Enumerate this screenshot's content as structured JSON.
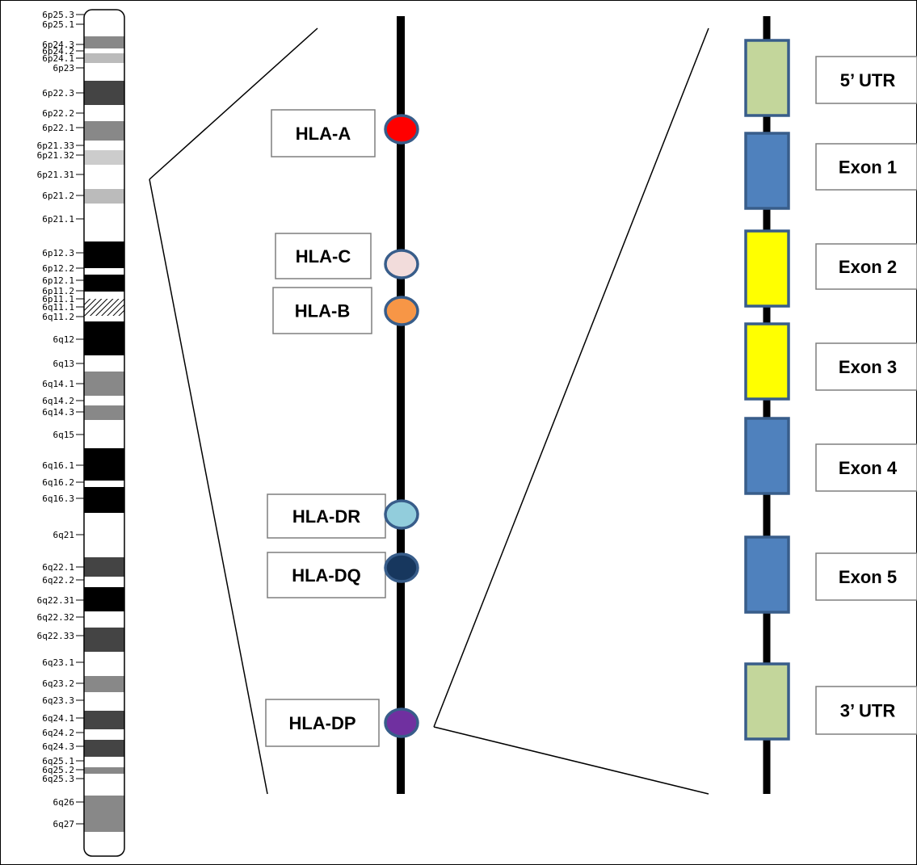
{
  "chromosome": {
    "bands": [
      {
        "label": "6p25.3",
        "color": "#ffffff"
      },
      {
        "label": "6p25.1",
        "color": "#ffffff"
      },
      {
        "label": "6p24.3",
        "color": "#888888"
      },
      {
        "label": "6p24.2",
        "color": "#ffffff"
      },
      {
        "label": "6p24.1",
        "color": "#bbbbbb"
      },
      {
        "label": "6p23",
        "color": "#ffffff"
      },
      {
        "label": "6p22.3",
        "color": "#444444"
      },
      {
        "label": "6p22.2",
        "color": "#ffffff"
      },
      {
        "label": "6p22.1",
        "color": "#888888"
      },
      {
        "label": "6p21.33",
        "color": "#ffffff"
      },
      {
        "label": "6p21.32",
        "color": "#cccccc"
      },
      {
        "label": "6p21.31",
        "color": "#ffffff"
      },
      {
        "label": "6p21.2",
        "color": "#bbbbbb"
      },
      {
        "label": "6p21.1",
        "color": "#ffffff"
      },
      {
        "label": "6p12.3",
        "color": "#000000"
      },
      {
        "label": "6p12.2",
        "color": "#ffffff"
      },
      {
        "label": "6p12.1",
        "color": "#000000"
      },
      {
        "label": "6p11.2",
        "color": "#ffffff"
      },
      {
        "label": "6p11.1",
        "color": "#hatch"
      },
      {
        "label": "6q11.1",
        "color": "#hatch"
      },
      {
        "label": "6q11.2",
        "color": "#ffffff"
      },
      {
        "label": "6q12",
        "color": "#000000"
      },
      {
        "label": "6q13",
        "color": "#ffffff"
      },
      {
        "label": "6q14.1",
        "color": "#888888"
      },
      {
        "label": "6q14.2",
        "color": "#ffffff"
      },
      {
        "label": "6q14.3",
        "color": "#888888"
      },
      {
        "label": "6q15",
        "color": "#ffffff"
      },
      {
        "label": "6q16.1",
        "color": "#000000"
      },
      {
        "label": "6q16.2",
        "color": "#ffffff"
      },
      {
        "label": "6q16.3",
        "color": "#000000"
      },
      {
        "label": "6q21",
        "color": "#ffffff"
      },
      {
        "label": "6q22.1",
        "color": "#444444"
      },
      {
        "label": "6q22.2",
        "color": "#ffffff"
      },
      {
        "label": "6q22.31",
        "color": "#000000"
      },
      {
        "label": "6q22.32",
        "color": "#ffffff"
      },
      {
        "label": "6q22.33",
        "color": "#444444"
      },
      {
        "label": "6q23.1",
        "color": "#ffffff"
      },
      {
        "label": "6q23.2",
        "color": "#888888"
      },
      {
        "label": "6q23.3",
        "color": "#ffffff"
      },
      {
        "label": "6q24.1",
        "color": "#444444"
      },
      {
        "label": "6q24.2",
        "color": "#ffffff"
      },
      {
        "label": "6q24.3",
        "color": "#444444"
      },
      {
        "label": "6q25.1",
        "color": "#ffffff"
      },
      {
        "label": "6q25.2",
        "color": "#888888"
      },
      {
        "label": "6q25.3",
        "color": "#ffffff"
      },
      {
        "label": "6q26",
        "color": "#888888"
      },
      {
        "label": "6q27",
        "color": "#ffffff"
      }
    ]
  },
  "hla_loci": [
    {
      "label": "HLA-A",
      "color": "#ff0000"
    },
    {
      "label": "HLA-C",
      "color": "#f2dcdb"
    },
    {
      "label": "HLA-B",
      "color": "#f79646"
    },
    {
      "label": "HLA-DR",
      "color": "#92cddc"
    },
    {
      "label": "HLA-DQ",
      "color": "#17375e"
    },
    {
      "label": "HLA-DP",
      "color": "#7030a0"
    }
  ],
  "gene_structure": [
    {
      "label": "5’ UTR",
      "color": "#c3d69b"
    },
    {
      "label": "Exon 1",
      "color": "#4f81bd"
    },
    {
      "label": "Exon 2",
      "color": "#ffff00"
    },
    {
      "label": "Exon 3",
      "color": "#ffff00"
    },
    {
      "label": "Exon 4",
      "color": "#4f81bd"
    },
    {
      "label": "Exon 5",
      "color": "#4f81bd"
    },
    {
      "label": "3’ UTR",
      "color": "#c3d69b"
    }
  ],
  "colors": {
    "outline": "#385d8a",
    "axis": "#000000"
  }
}
